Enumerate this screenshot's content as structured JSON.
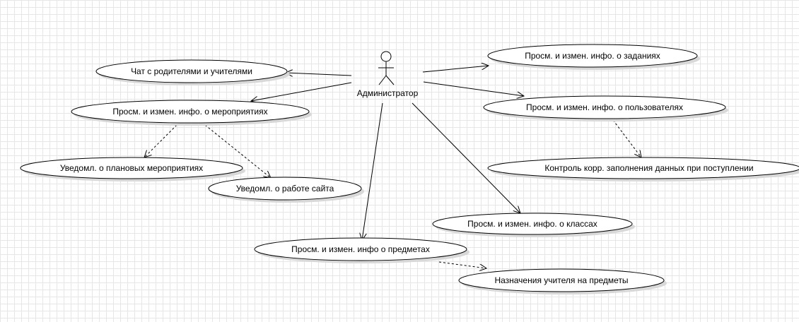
{
  "actor": {
    "label": "Администратор"
  },
  "use_cases": {
    "chat": "Чат с родителями и учителями",
    "tasks": "Просм. и измен. инфо. о заданиях",
    "events": "Просм. и измен. инфо. о мероприятиях",
    "users": "Просм. и измен. инфо. о пользователях",
    "planned": "Уведомл. о плановых мероприятиях",
    "site": "Уведомл. о работе сайта",
    "control": "Контроль корр. заполнения данных при поступлении",
    "classes": "Просм. и измен. инфо. о классах",
    "subjects": "Просм. и измен. инфо о предметах",
    "teacher": "Назначения учителя на предметы"
  }
}
